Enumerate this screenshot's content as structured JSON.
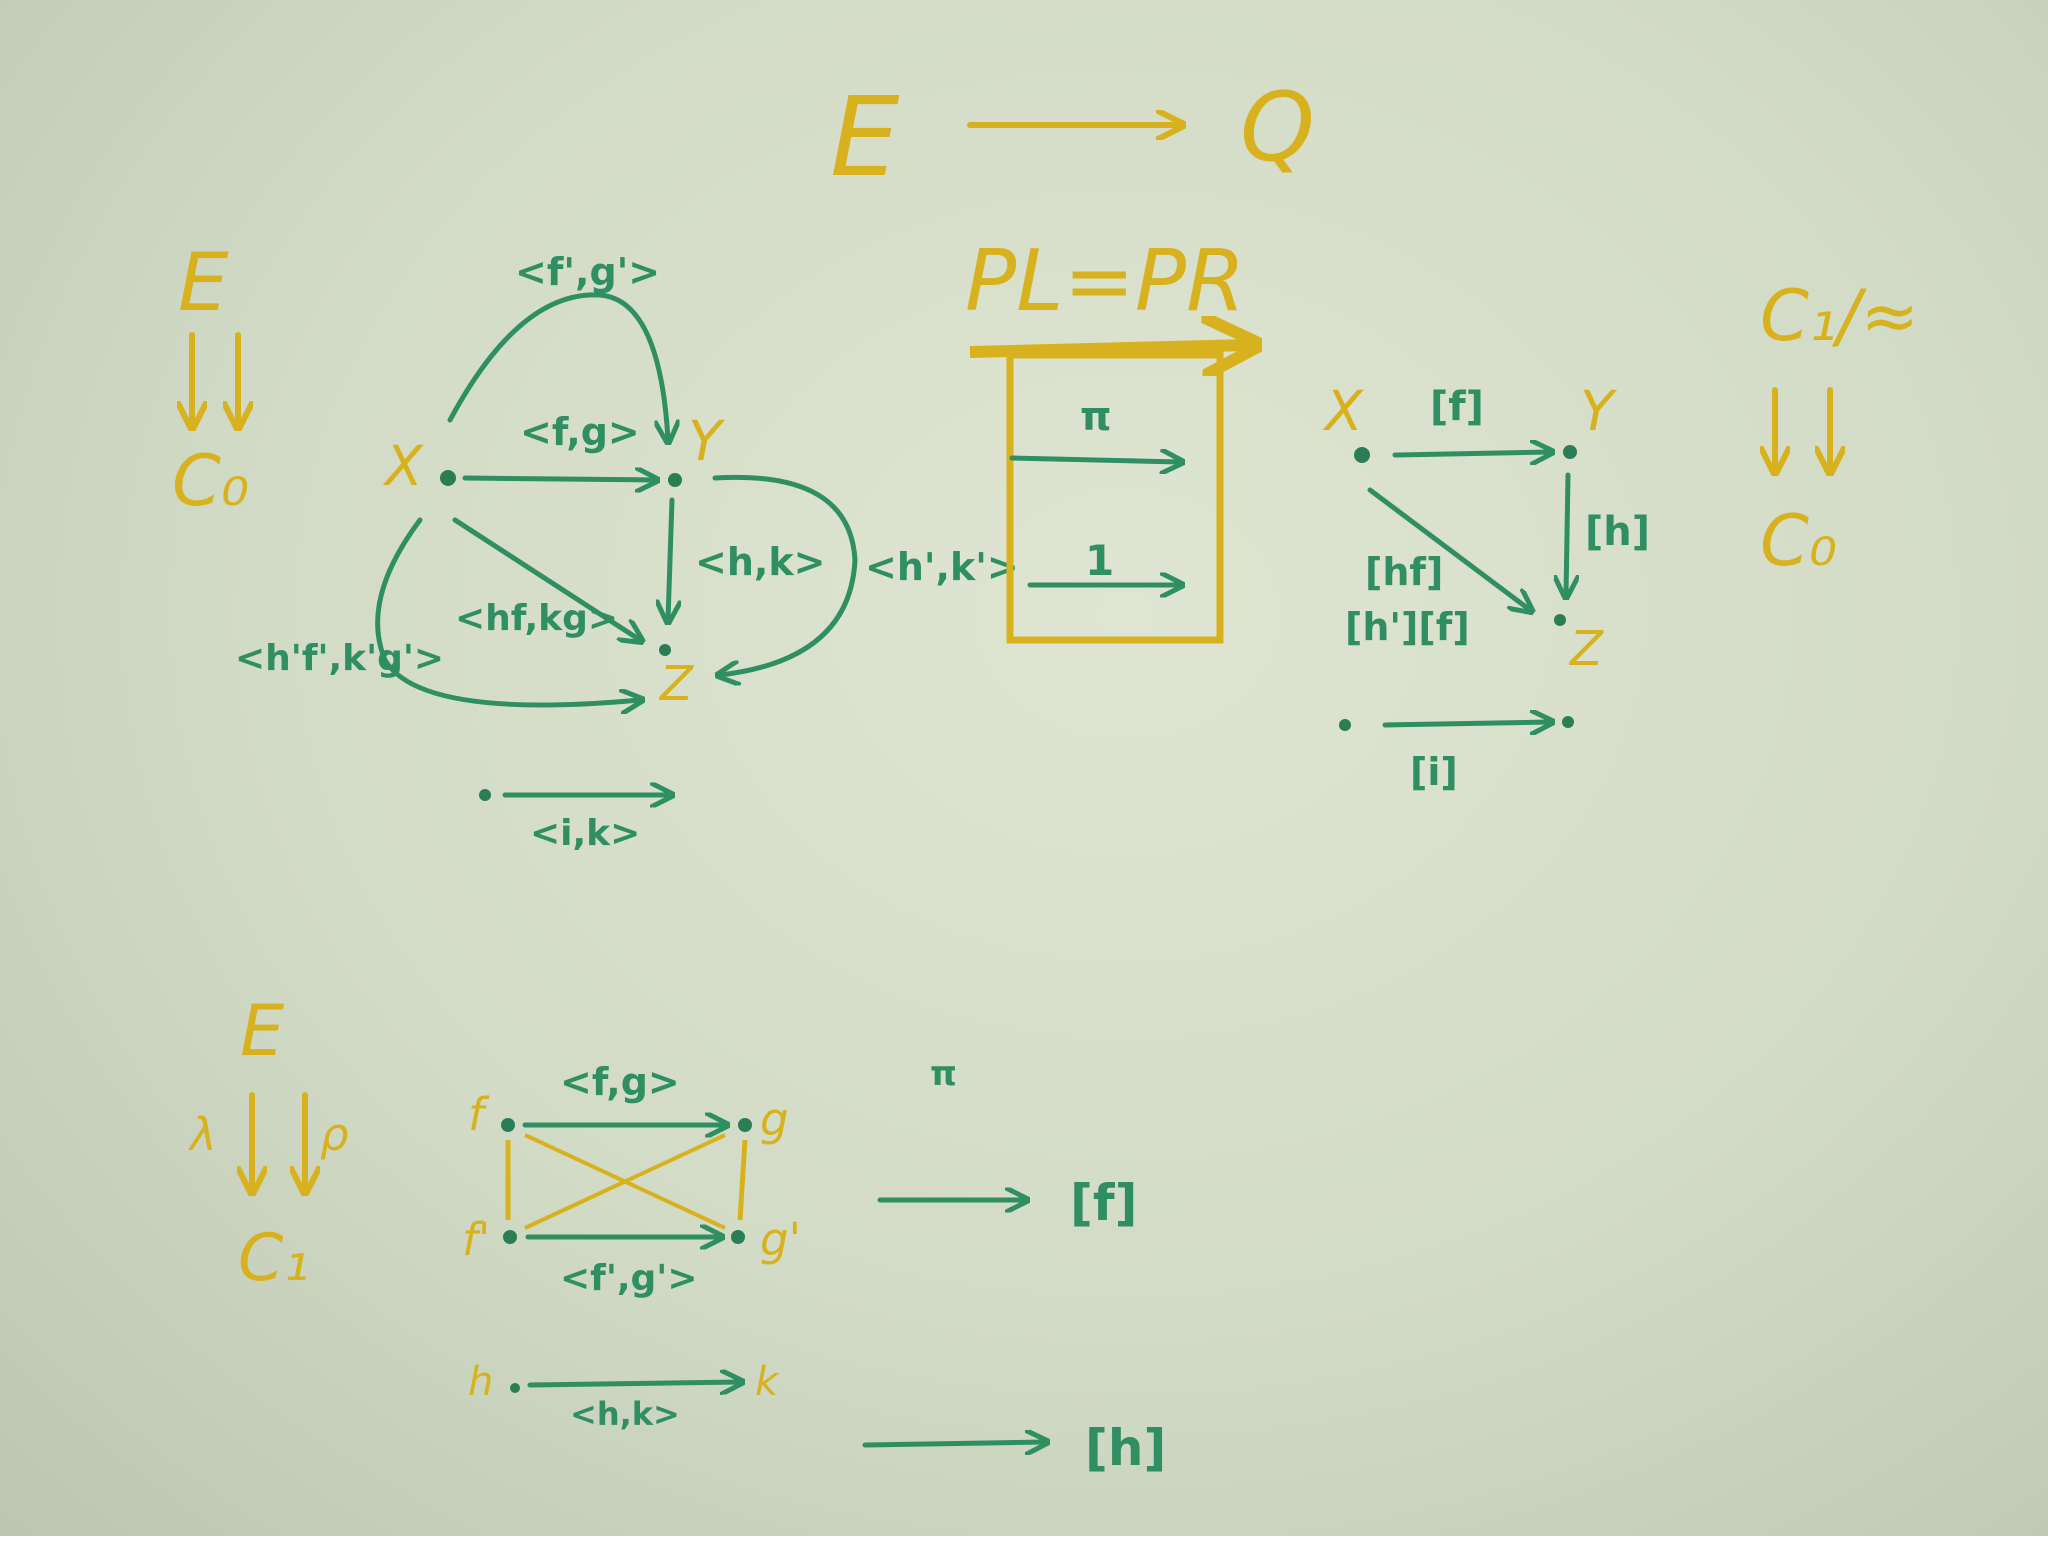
{
  "colors": {
    "board": "#d2dbc6",
    "yellow_marker": "#d8b21e",
    "green_marker": "#2f8e62"
  },
  "top": {
    "left": "E",
    "right": "Q"
  },
  "pl_pr": {
    "label": "PL=PR",
    "arrow_top": "π",
    "arrow_bottom": "1"
  },
  "left_diagram": {
    "fibration": {
      "top": "E",
      "bottom": "C₀"
    },
    "x": "X",
    "y": "Y",
    "z": "Z",
    "fg_prime": "<f',g'>",
    "fg": "<f,g>",
    "hk": "<h,k>",
    "hk_prime": "<h',k'>",
    "comp": "<hf,kg>",
    "comp_prime": "<h'f',k'g'>",
    "iso": "<i,k>"
  },
  "right_diagram": {
    "fibration": {
      "top": "C₁/≈",
      "bottom": "C₀"
    },
    "x": "X",
    "y": "Y",
    "z": "Z",
    "f": "[f]",
    "h": "[h]",
    "hf": "[hf]",
    "hf_prime": "[h'][f]",
    "i": "[i]"
  },
  "bottom_diagram": {
    "fibration": {
      "top": "E",
      "left_arrow": "λ",
      "right_arrow": "ρ",
      "bottom": "C₁"
    },
    "f": "f",
    "g": "g",
    "f_prime": "f'",
    "g_prime": "g'",
    "fg": "<f,g>",
    "fg_prime": "<f',g'>",
    "h": "h",
    "k": "k",
    "hk": "<h,k>",
    "pi": "π",
    "result_f": "[f]",
    "result_h": "[h]"
  }
}
